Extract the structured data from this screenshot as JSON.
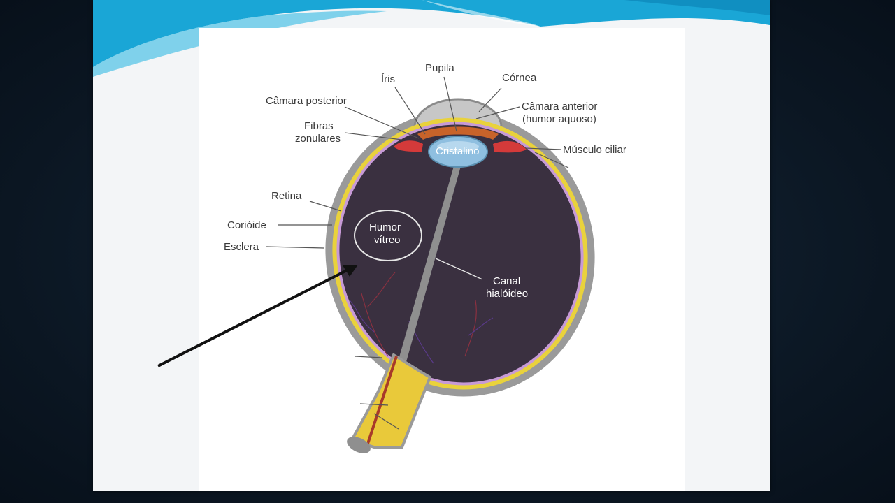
{
  "diagram": {
    "labels": {
      "iris": "Íris",
      "pupil": "Pupila",
      "cornea": "Córnea",
      "posterior_chamber": "Câmara posterior",
      "anterior_chamber_line1": "Câmara anterior",
      "anterior_chamber_line2": "(humor aquoso)",
      "zonular_fibers_line1": "Fibras",
      "zonular_fibers_line2": "zonulares",
      "lens": "Cristalino",
      "ciliary_muscle": "Músculo ciliar",
      "retina": "Retina",
      "choroid": "Corióide",
      "sclera": "Esclera",
      "vitreous_line1": "Humor",
      "vitreous_line2": "vítreo",
      "hyaloid_line1": "Canal",
      "hyaloid_line2": "hialóideo"
    },
    "colors": {
      "sclera": "#9a9a9a",
      "choroid": "#e9d23c",
      "retina": "#c79ad6",
      "vitreous": "#3a3040",
      "iris": "#c8632a",
      "lens": "#8fbfe0",
      "ciliary": "#d43a3a",
      "optic_nerve": "#e9c93a"
    }
  }
}
